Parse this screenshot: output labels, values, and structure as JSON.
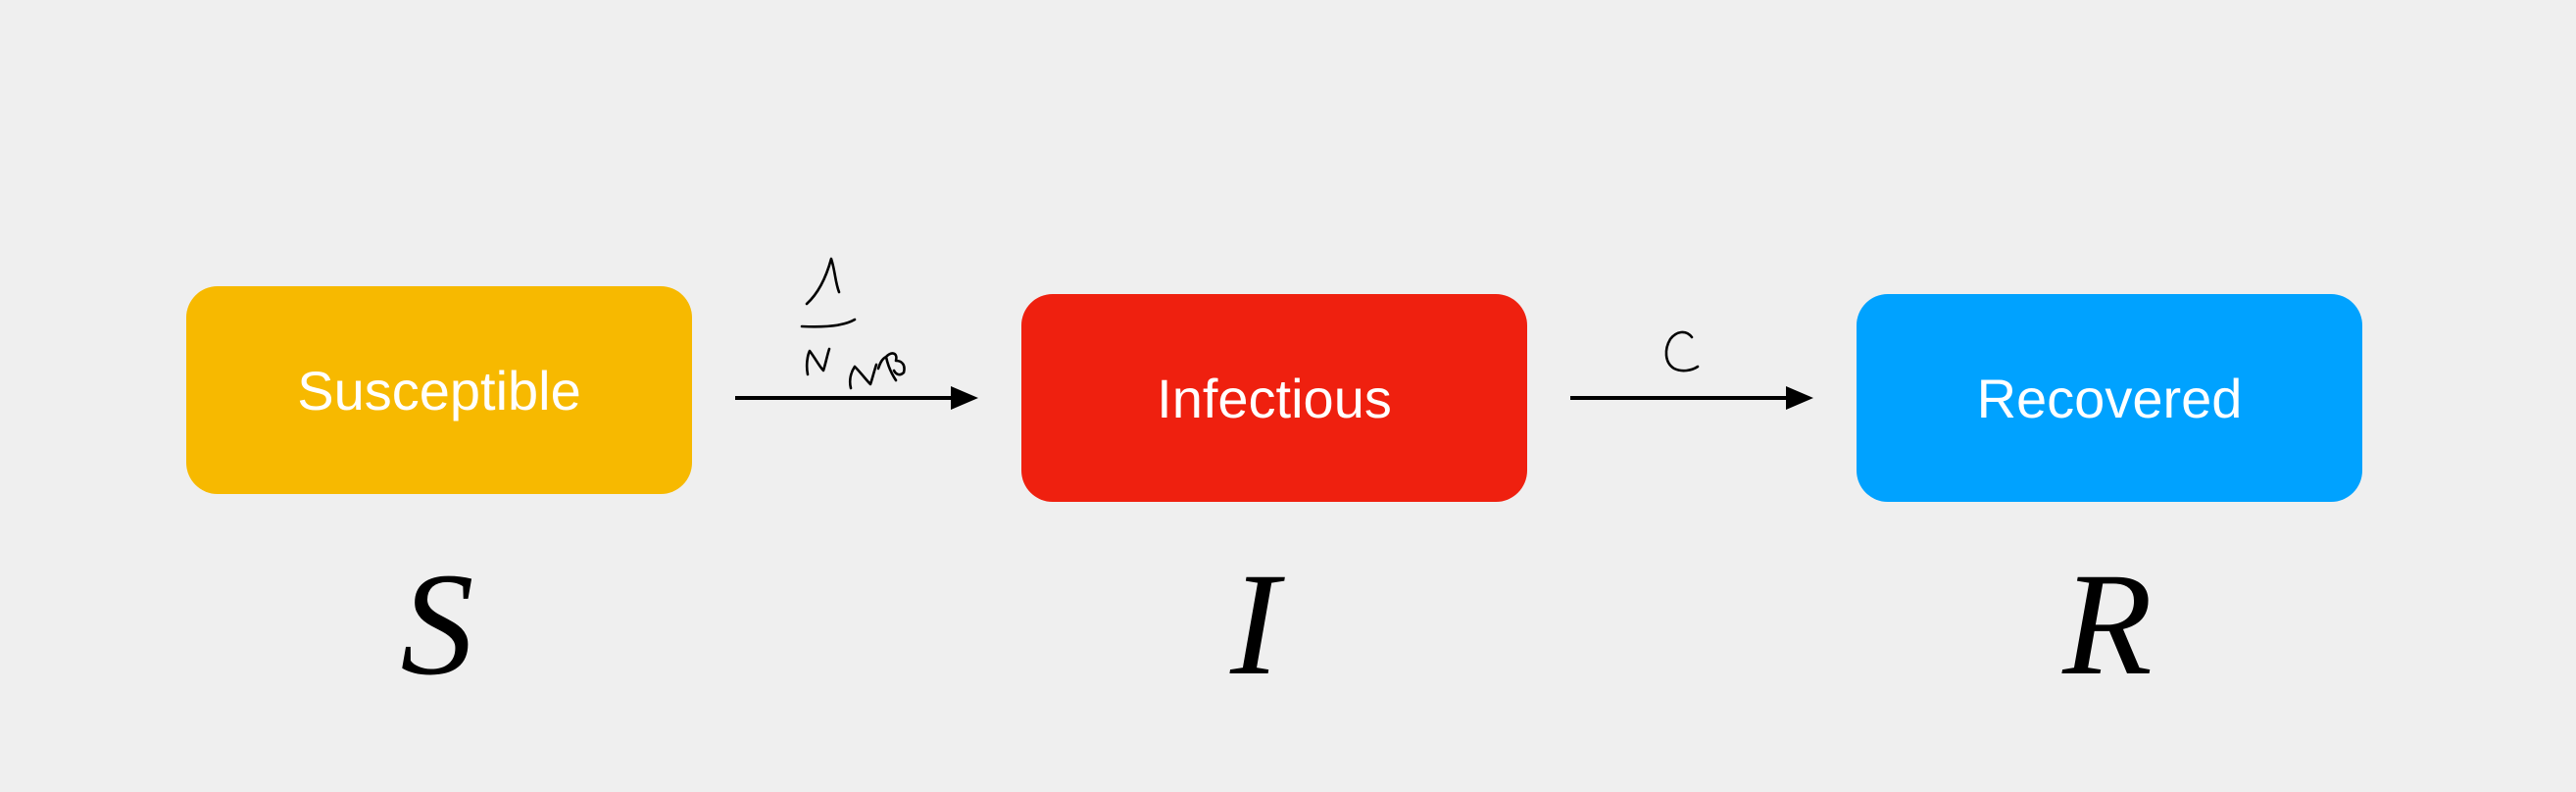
{
  "compartments": [
    {
      "label": "Susceptible",
      "symbol": "S",
      "color": "#f7b900"
    },
    {
      "label": "Infectious",
      "symbol": "I",
      "color": "#ef200f"
    },
    {
      "label": "Recovered",
      "symbol": "R",
      "color": "#00a2ff"
    }
  ],
  "arrow_color": "#000000",
  "background_color": "#efefef"
}
